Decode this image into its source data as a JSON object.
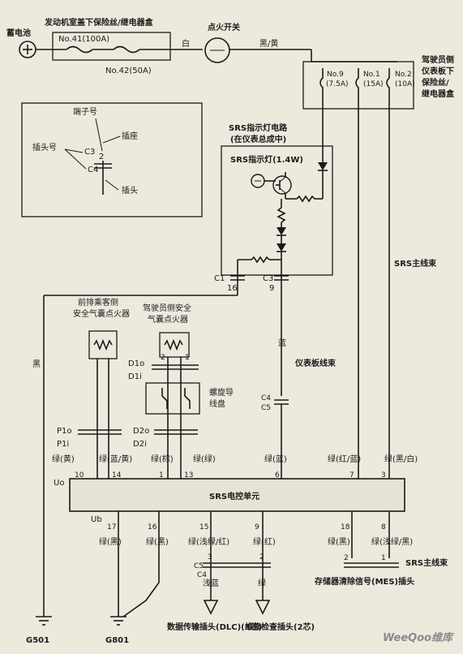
{
  "battery": "蓄电池",
  "engine_box": "发动机室盖下保险丝/继电器盒",
  "fuse41": "No.41(100A)",
  "fuse42": "No.42(50A)",
  "ign_switch": "点火开关",
  "white": "白",
  "black_yellow": "黑/黄",
  "dash_box": [
    "驾驶员侧",
    "仪表板下",
    "保险丝/",
    "继电器盒"
  ],
  "fuse9": [
    "No.9",
    "(7.5A)"
  ],
  "fuse1": [
    "No.1",
    "(15A)"
  ],
  "fuse2": [
    "No.2",
    "(10A)"
  ],
  "legend": {
    "terminal": "端子号",
    "socket": "插座",
    "plug_no": "插头号",
    "plug": "插头",
    "c3": "C3",
    "c4": "C4",
    "num": "2"
  },
  "srs_circuit": [
    "SRS指示灯电路",
    "(在仪表总成中)"
  ],
  "srs_lamp": "SRS指示灯(1.4W)",
  "srs_harness": "SRS主线束",
  "c1": "C1",
  "c3": "C3",
  "pin16": "16",
  "pin9": "9",
  "blue": "蓝",
  "dash_harness": "仪表板线束",
  "c4c5": [
    "C4",
    "C5"
  ],
  "black": "黑",
  "passenger_igniter": [
    "前排乘客侧",
    "安全气囊点火器"
  ],
  "driver_igniter": [
    "驾驶员侧安全",
    "气囊点火器"
  ],
  "d1o": "D1o",
  "d1i": "D1i",
  "p2": "2",
  "p1": "1",
  "spiral": [
    "螺旋导",
    "线盘"
  ],
  "p1o": "P1o",
  "p1i": "P1i",
  "d2o": "D2o",
  "d2i": "D2i",
  "top_wires": [
    "绿(黄)",
    "绿(蓝/黄)",
    "绿(棕)",
    "绿(绿)",
    "绿(蓝)",
    "绿(红/蓝)",
    "绿(黑/白)"
  ],
  "top_pins": [
    "10",
    "14",
    "1",
    "13",
    "6",
    "7",
    "3"
  ],
  "uo": "Uo",
  "srs_unit": "SRS电控单元",
  "ub": "Ub",
  "bottom_pins": [
    "17",
    "16",
    "15",
    "9",
    "18",
    "8"
  ],
  "bottom_wires": [
    "绿(黑)",
    "绿(黑)",
    "绿(浅绿/红)",
    "绿(红)",
    "绿(黑)",
    "绿(浅绿/黑)"
  ],
  "c5": "C5",
  "c4b": "C4",
  "pin3": "3",
  "pin2": "2",
  "pin1": "1",
  "light_blue": "浅蓝",
  "green": "绿",
  "srs_harness2": "SRS主线束",
  "mes_plug": "存储器清除信号(MES)插头",
  "dlc": "数据传输插头(DLC)(3芯)",
  "service": "维修检查插头(2芯)",
  "g501": "G501",
  "g801": "G801",
  "watermark": "WeeQoo维库"
}
